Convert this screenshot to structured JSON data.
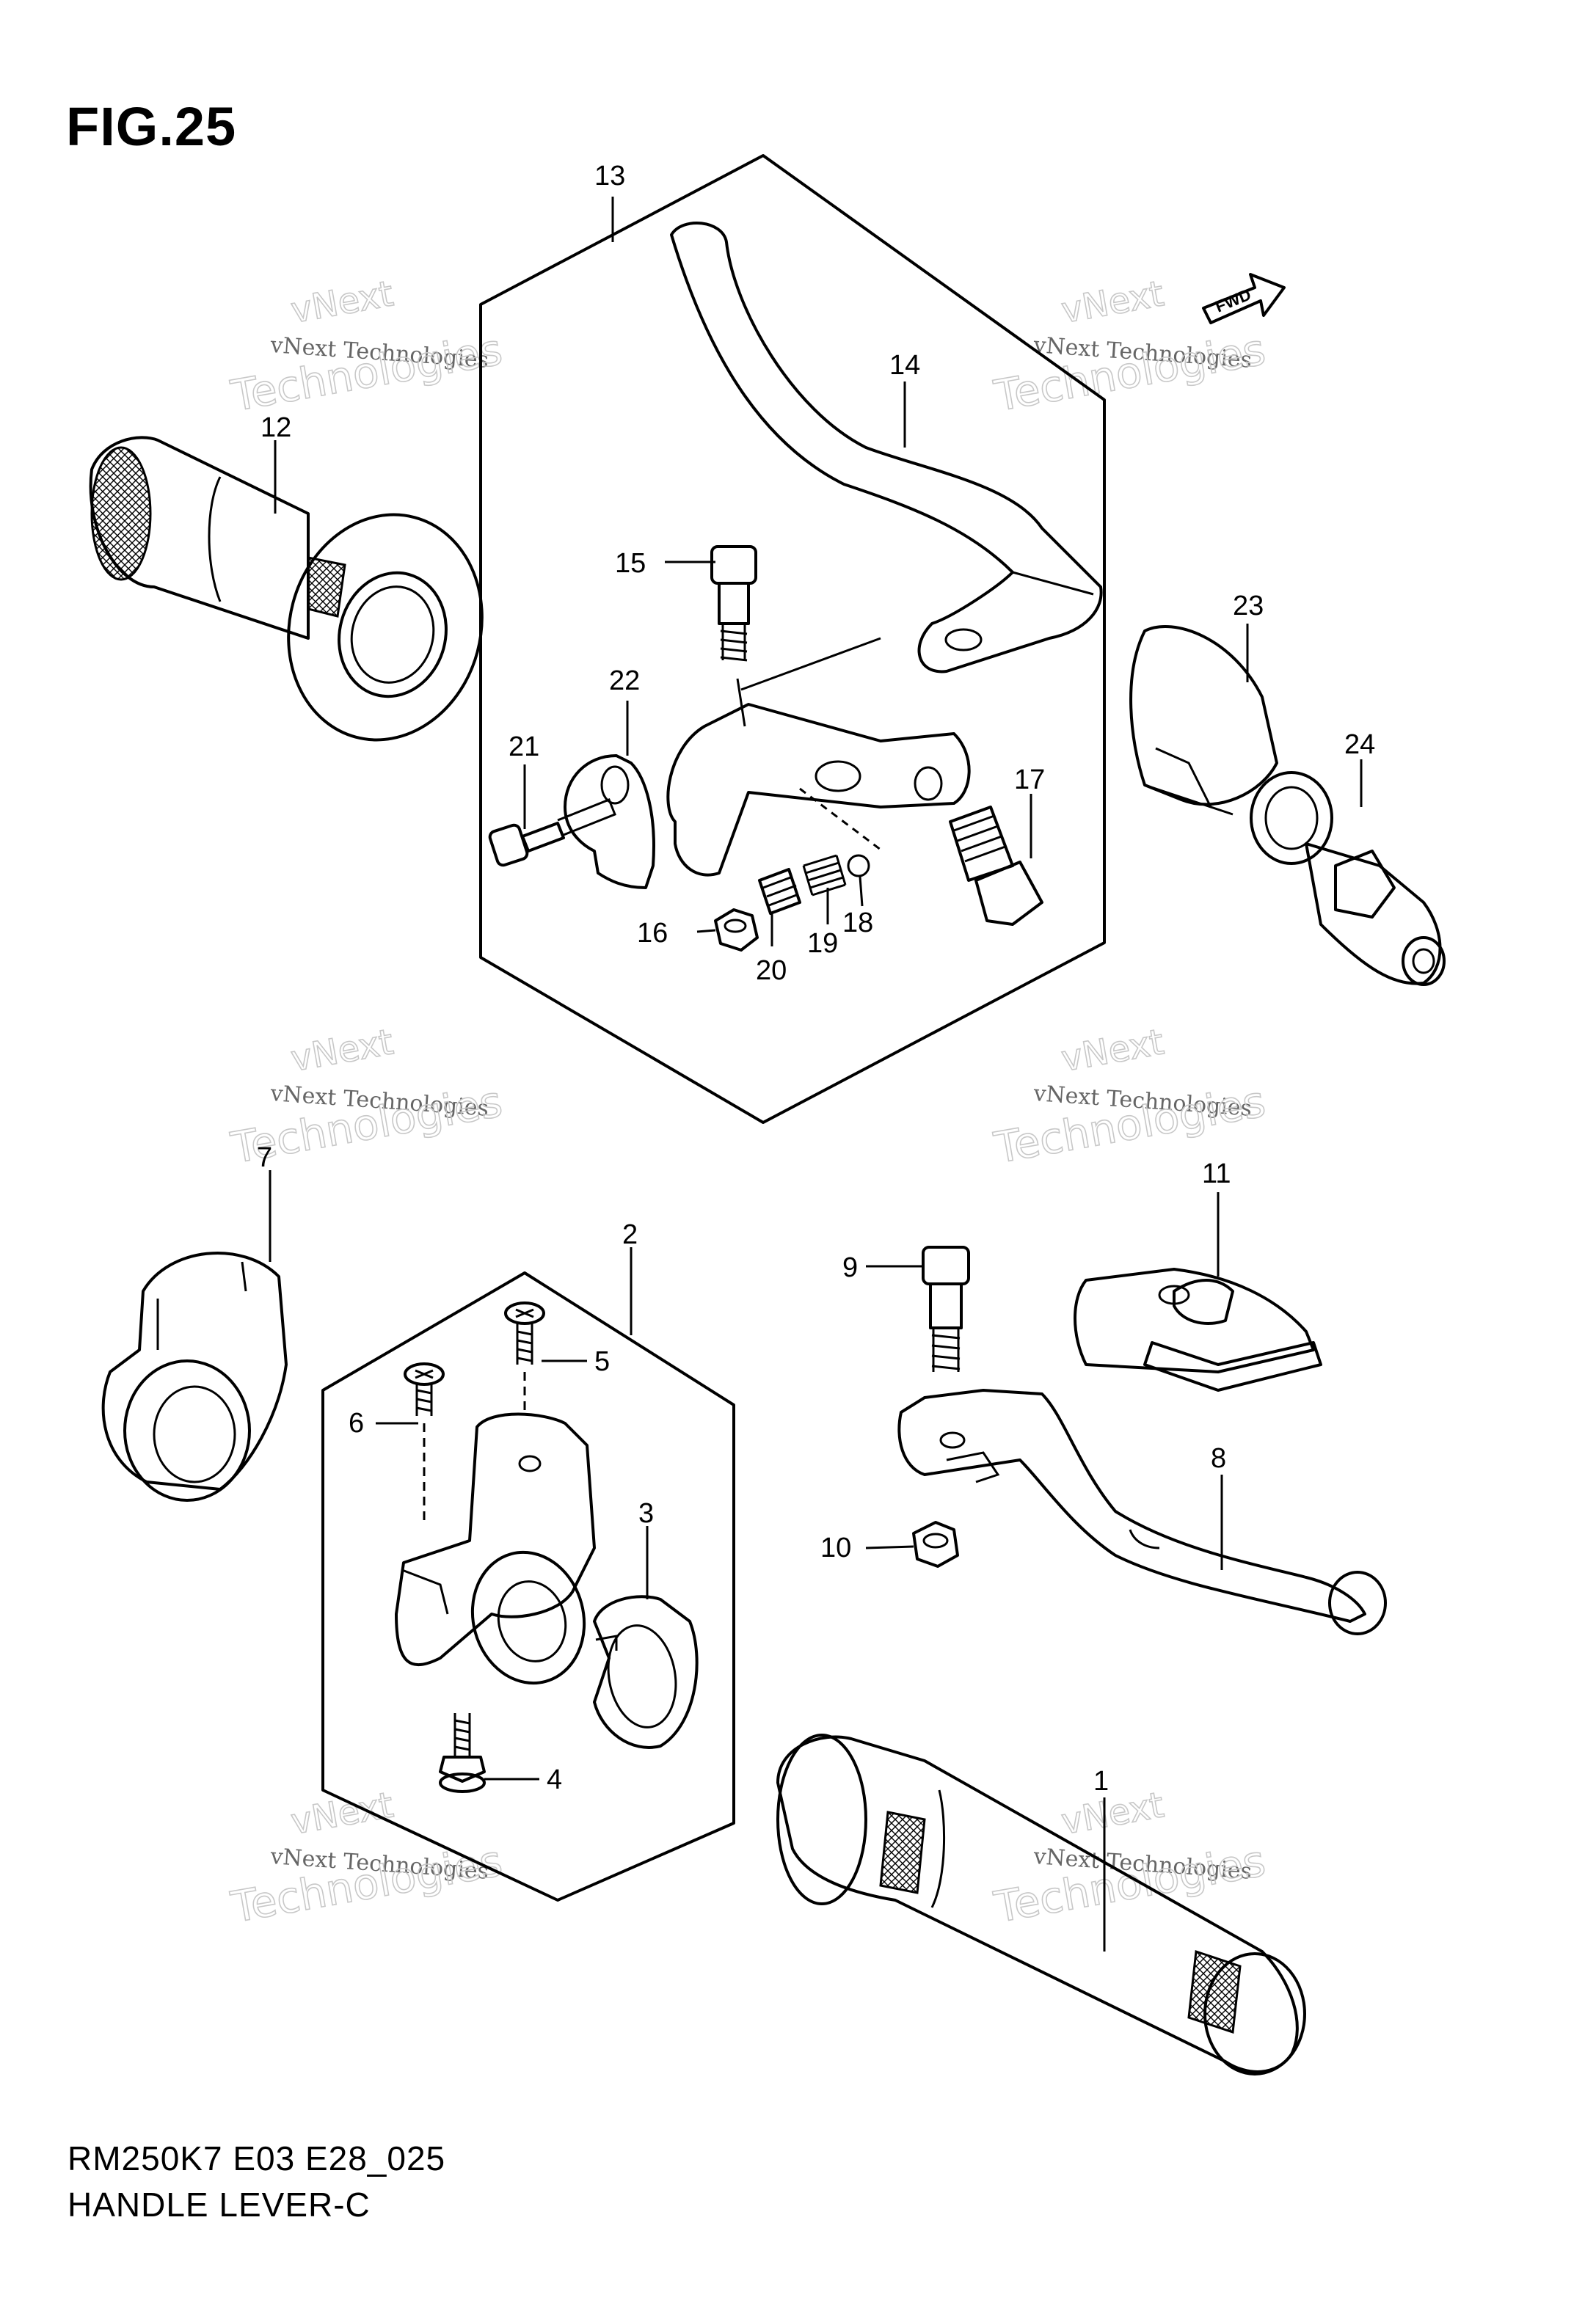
{
  "figure": {
    "title": "FIG.25",
    "model_code": "RM250K7 E03 E28_025",
    "caption": "HANDLE LEVER-C",
    "fwd_label": "FWD"
  },
  "watermark": {
    "line1": "vNext",
    "line2": "vNext Technologies",
    "line3": "Technologies"
  },
  "callouts": [
    "1",
    "2",
    "3",
    "4",
    "5",
    "6",
    "7",
    "8",
    "9",
    "10",
    "11",
    "12",
    "13",
    "14",
    "15",
    "16",
    "17",
    "18",
    "19",
    "20",
    "21",
    "22",
    "23",
    "24"
  ]
}
